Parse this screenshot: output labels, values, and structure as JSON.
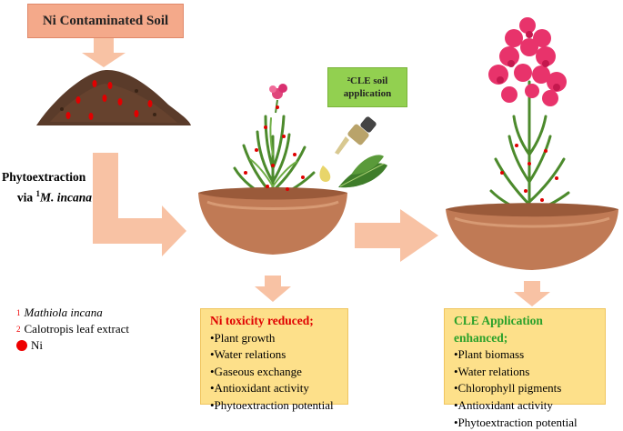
{
  "title": "Ni Contaminated Soil",
  "cle_box": {
    "line1": "²CLE soil",
    "line2": "application"
  },
  "phytoextraction": {
    "line1": "Phytoextraction",
    "line2_prefix": "via ",
    "line2_sup": "1",
    "line2_italic": "M. incana"
  },
  "legend": [
    {
      "sup": "1",
      "text": "Mathiola incana",
      "italic": true
    },
    {
      "sup": "2",
      "text": "Calotropis leaf extract",
      "italic": false
    },
    {
      "marker": "red-dot",
      "text": "Ni"
    }
  ],
  "result_reduced": {
    "heading": "Ni toxicity reduced;",
    "items": [
      "•Plant growth",
      "•Water relations",
      "•Gaseous exchange",
      "•Antioxidant activity",
      "•Phytoextraction potential"
    ]
  },
  "result_enhanced": {
    "heading": "CLE Application enhanced;",
    "items": [
      "•Plant biomass",
      "•Water relations",
      "•Chlorophyll pigments",
      "•Antioxidant activity",
      "•Phytoextraction potential"
    ]
  },
  "colors": {
    "title_box": "#f4a98a",
    "arrow": "#f8c2a4",
    "cle_box": "#92d050",
    "result_box": "#fde08a",
    "ni_marker": "#e00000"
  }
}
